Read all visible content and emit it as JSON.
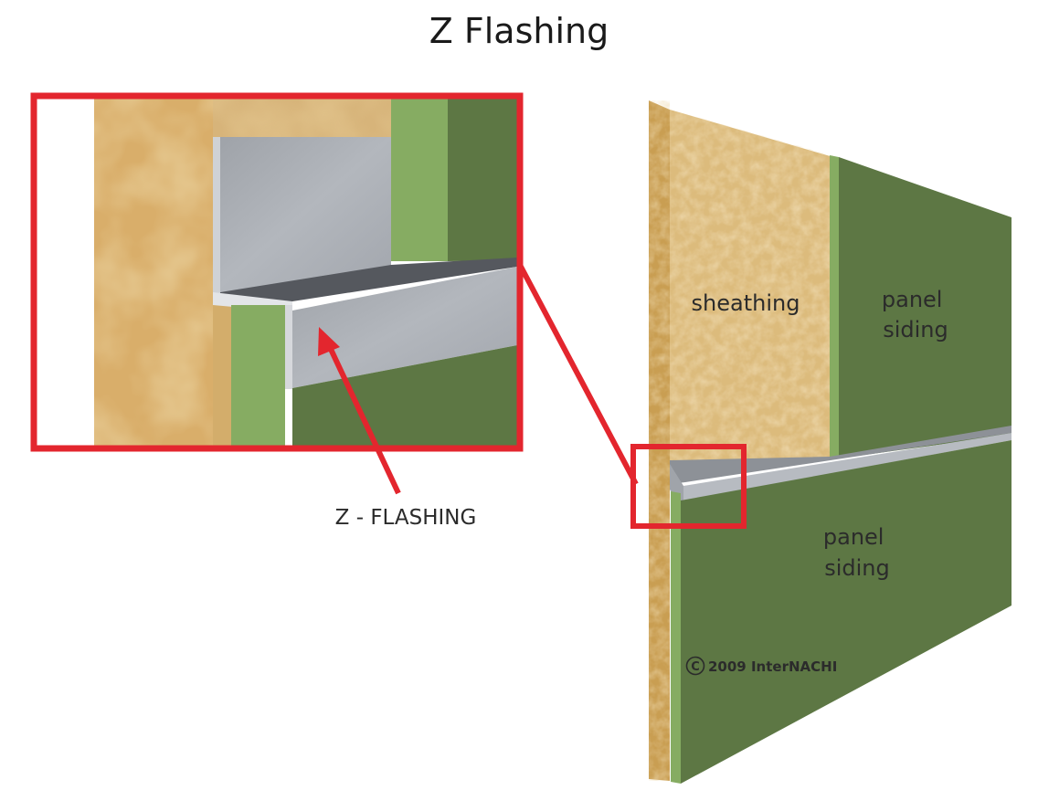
{
  "title": "Z Flashing",
  "labels": {
    "sheathing": "sheathing",
    "upper_panel": [
      "panel",
      "siding"
    ],
    "lower_panel": [
      "panel",
      "siding"
    ],
    "callout": "Z - FLASHING",
    "copyright": "2009 InterNACHI",
    "copyright_symbol": "C"
  },
  "colors": {
    "callout_red": "#e3262e",
    "siding_green": "#5d7744",
    "siding_edge_green": "#84aa60",
    "sheathing_tan": "#d8b574",
    "flashing_gray": "#a6aab1"
  }
}
